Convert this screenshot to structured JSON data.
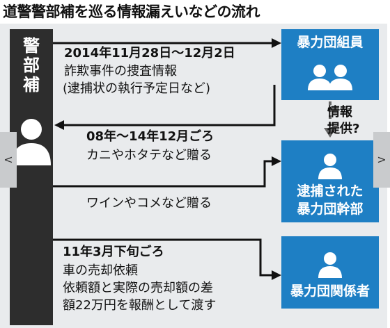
{
  "title": "道警警部補を巡る情報漏えいなどの流れ",
  "suspect": {
    "label": [
      "警",
      "部",
      "補"
    ]
  },
  "boxes": {
    "gang_member": "暴力団組員",
    "arrested_exec_line1": "逮捕された",
    "arrested_exec_line2": "暴力団幹部",
    "gang_affiliate": "暴力団関係者"
  },
  "info_note": {
    "line1": "情報",
    "line2": "提供?"
  },
  "events": {
    "e1": {
      "date": "2014年11月28日〜12月2日",
      "line1": "詐欺事件の捜査情報",
      "line2": "(逮捕状の執行予定日など)"
    },
    "e2": {
      "date": "08年〜14年12月ごろ",
      "line1": "カニやホタテなど贈る"
    },
    "e3": {
      "line1": "ワインやコメなど贈る"
    },
    "e4": {
      "date": "11年3月下旬ごろ",
      "line1": "車の売却依頼",
      "line2": "依頼額と実際の売却額の差",
      "line3": "額22万円を報酬として渡す"
    }
  },
  "nav": {
    "prev": "<",
    "next": ">"
  },
  "colors": {
    "box_blue": "#1e7fc4",
    "suspect_dark": "#2d2d2d",
    "panel_gray": "#e9ebed",
    "arrow": "#111111"
  }
}
